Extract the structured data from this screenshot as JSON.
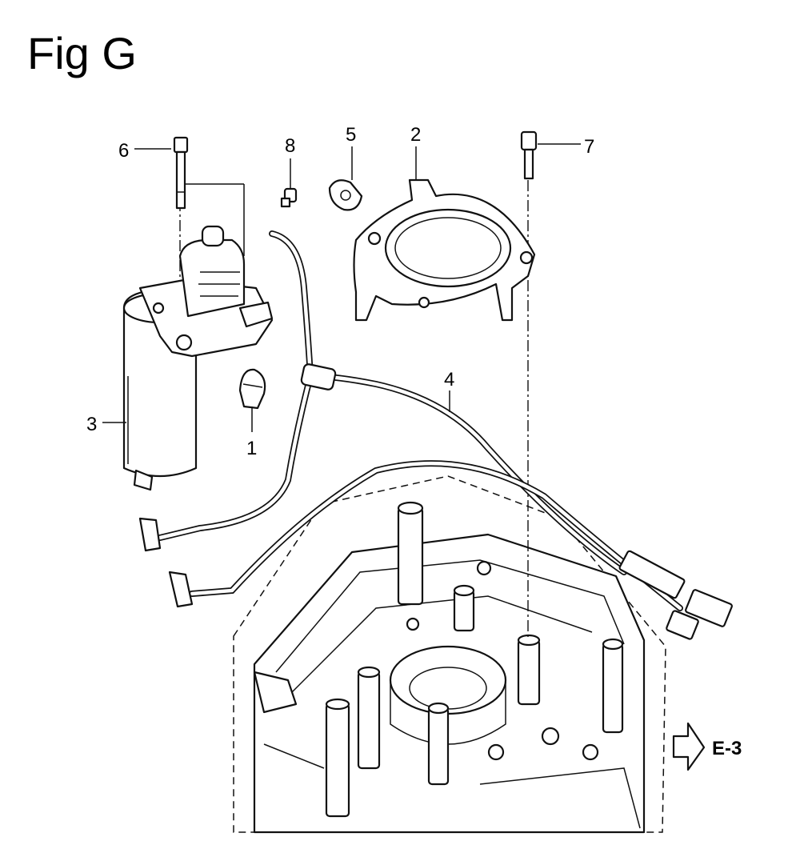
{
  "figure": {
    "title": "Fig G"
  },
  "callouts": [
    {
      "id": "6",
      "label": "6"
    },
    {
      "id": "8",
      "label": "8"
    },
    {
      "id": "5",
      "label": "5"
    },
    {
      "id": "2",
      "label": "2"
    },
    {
      "id": "7",
      "label": "7"
    },
    {
      "id": "4",
      "label": "4"
    },
    {
      "id": "3",
      "label": "3"
    },
    {
      "id": "1",
      "label": "1"
    }
  ],
  "reference": {
    "label": "E-3"
  }
}
